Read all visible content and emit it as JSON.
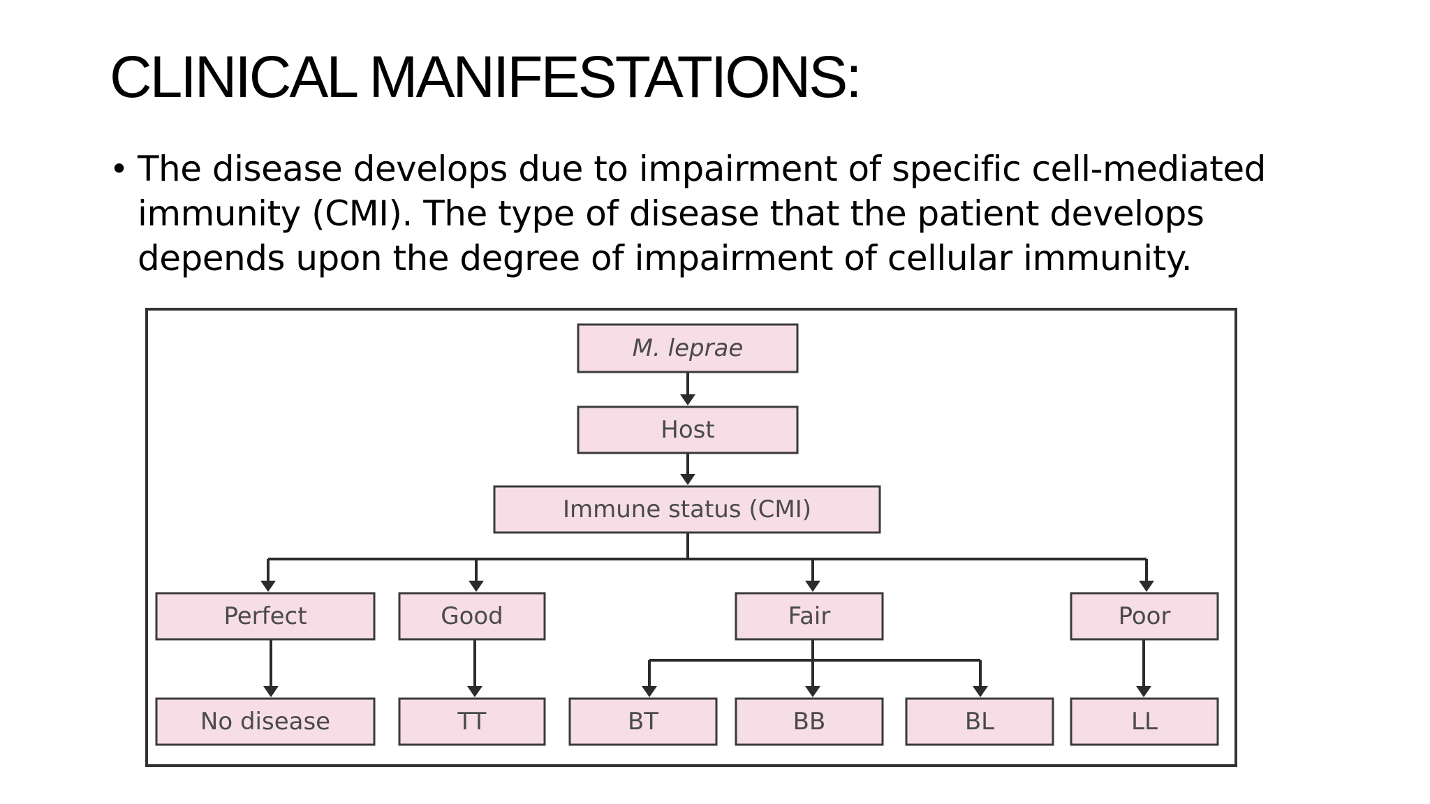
{
  "slide": {
    "title": "CLINICAL MANIFESTATIONS:",
    "bullets": [
      "The disease develops due to impairment of specific cell-mediated immunity (CMI). The type of disease that the patient develops depends upon the degree of impairment of cellular immunity."
    ]
  },
  "diagram": {
    "nodes": [
      {
        "id": "m-leprae",
        "label": "M. leprae",
        "italic": true
      },
      {
        "id": "host",
        "label": "Host"
      },
      {
        "id": "immune-status",
        "label": "Immune status (CMI)"
      },
      {
        "id": "perfect",
        "label": "Perfect"
      },
      {
        "id": "good",
        "label": "Good"
      },
      {
        "id": "fair",
        "label": "Fair"
      },
      {
        "id": "poor",
        "label": "Poor"
      },
      {
        "id": "no-disease",
        "label": "No disease"
      },
      {
        "id": "tt",
        "label": "TT"
      },
      {
        "id": "bt",
        "label": "BT"
      },
      {
        "id": "bb",
        "label": "BB"
      },
      {
        "id": "bl",
        "label": "BL"
      },
      {
        "id": "ll",
        "label": "LL"
      }
    ],
    "edges": [
      {
        "from": "m-leprae",
        "to": "host"
      },
      {
        "from": "host",
        "to": "immune-status"
      },
      {
        "from": "immune-status",
        "to": "perfect"
      },
      {
        "from": "immune-status",
        "to": "good"
      },
      {
        "from": "immune-status",
        "to": "fair"
      },
      {
        "from": "immune-status",
        "to": "poor"
      },
      {
        "from": "perfect",
        "to": "no-disease"
      },
      {
        "from": "good",
        "to": "tt"
      },
      {
        "from": "fair",
        "to": "bt"
      },
      {
        "from": "fair",
        "to": "bb"
      },
      {
        "from": "fair",
        "to": "bl"
      },
      {
        "from": "poor",
        "to": "ll"
      }
    ],
    "colors": {
      "node_fill": "#f6dde6",
      "node_border": "#3a3a3a",
      "node_text": "#4a4a4a",
      "connector": "#2b2b2b"
    }
  }
}
